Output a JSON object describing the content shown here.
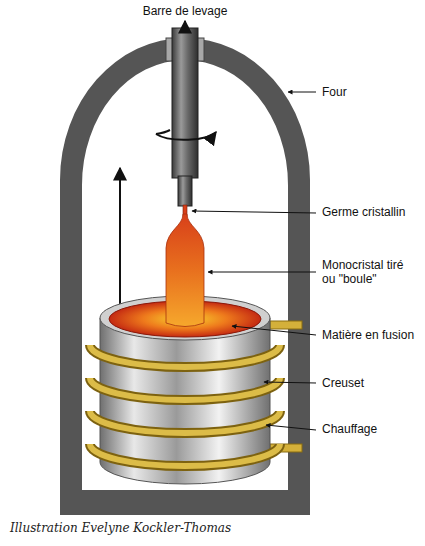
{
  "diagram": {
    "caption": "Illustration Evelyne Kockler-Thomas",
    "labels": [
      "Barre de levage",
      "Four",
      "Germe cristallin",
      "Monocristal tiré ou \"boule\"",
      "Matière en fusion",
      "Creuset",
      "Chauffage"
    ]
  }
}
